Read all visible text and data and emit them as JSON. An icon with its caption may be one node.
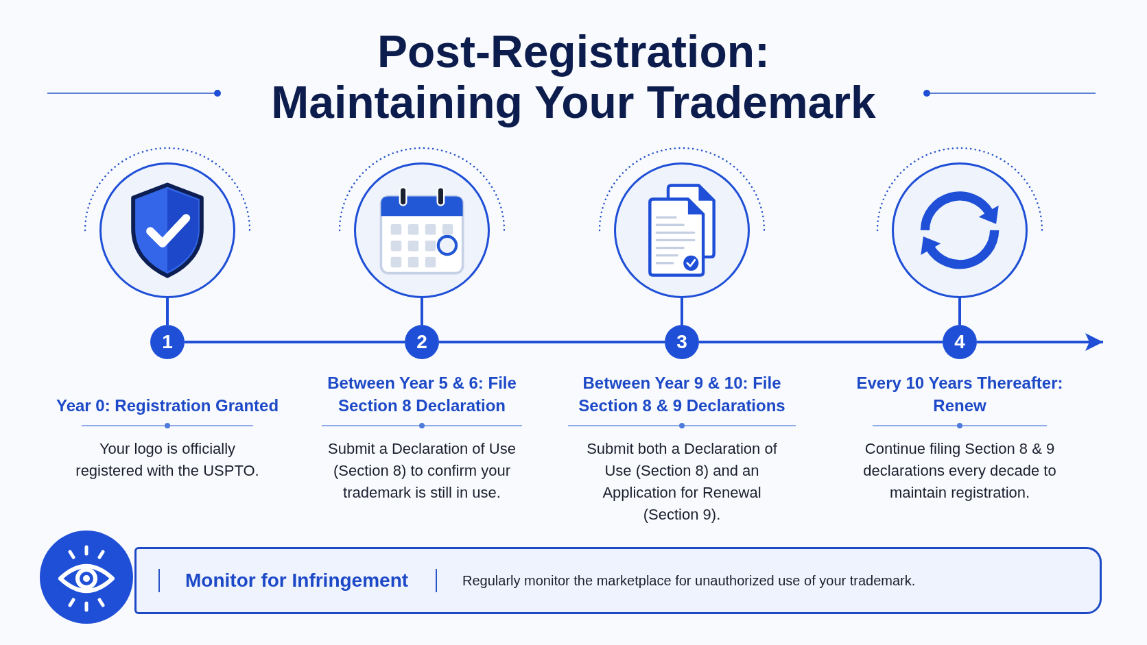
{
  "diagram": {
    "title": "Post-Registration: Maintaining Your Trademark",
    "nodes": [
      {
        "text": [],
        "shape": "circle"
      },
      {
        "text": [],
        "shape": "circle"
      },
      {
        "text": [],
        "shape": "circle"
      },
      {
        "text": [],
        "shape": "circle"
      },
      {
        "text": [
          "1"
        ],
        "beside": [
          "Year 0: Registration Granted",
          "Your logo is officially registered with the USPTO."
        ]
      },
      {
        "text": [
          "2"
        ],
        "beside": [
          "Between Year 5 & 6: File Section 8 Declaration",
          "Submit a Declaration of Use (Section 8) to confirm your trademark is still in use."
        ]
      },
      {
        "text": [
          "3"
        ],
        "beside": [
          "Between Year 9 & 10: File Section 8 & 9 Declarations",
          "Submit both a Declaration of Use (Section 8) and an Application for Renewal (Section 9)."
        ]
      },
      {
        "text": [
          "4"
        ],
        "beside": [
          "Every 10 Years Thereafter: Renew",
          "Continue filing Section 8 & 9 declarations every decade to maintain registration."
        ]
      },
      {
        "text": [
          "Monitor for Infringement",
          "Regularly monitor the marketplace for unauthorized use of your trademark."
        ]
      }
    ],
    "edges": [
      {
        "from": 0,
        "to": 4,
        "arrow": "none"
      },
      {
        "from": 1,
        "to": 5,
        "arrow": "none"
      },
      {
        "from": 2,
        "to": 6,
        "arrow": "none"
      },
      {
        "from": 3,
        "to": 7,
        "arrow": "none"
      },
      {
        "from": 4,
        "to": 5,
        "arrow": "none"
      },
      {
        "from": 5,
        "to": 6,
        "arrow": "none"
      },
      {
        "from": 6,
        "to": 7,
        "arrow": "none"
      },
      {
        "from": 7,
        "to": null,
        "arrow": "to"
      }
    ]
  }
}
